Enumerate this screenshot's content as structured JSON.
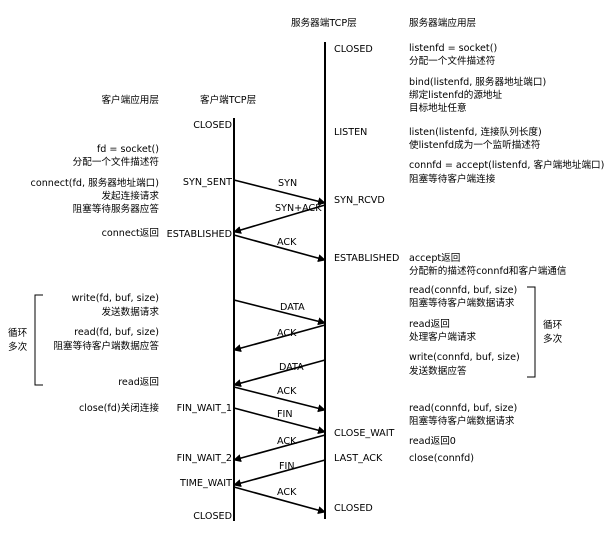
{
  "headers": {
    "client_app": "客户端应用层",
    "client_tcp": "客户端TCP层",
    "server_tcp": "服务器端TCP层",
    "server_app": "服务器端应用层"
  },
  "client_states": [
    "CLOSED",
    "SYN_SENT",
    "ESTABLISHED",
    "FIN_WAIT_1",
    "FIN_WAIT_2",
    "TIME_WAIT",
    "CLOSED"
  ],
  "server_states": [
    "CLOSED",
    "LISTEN",
    "SYN_RCVD",
    "ESTABLISHED",
    "CLOSE_WAIT",
    "LAST_ACK",
    "CLOSED"
  ],
  "messages": [
    "SYN",
    "SYN+ACK",
    "ACK",
    "DATA",
    "ACK",
    "DATA",
    "ACK",
    "FIN",
    "ACK",
    "FIN",
    "ACK"
  ],
  "client_app": [
    "fd = socket()",
    "分配一个文件描述符",
    "connect(fd, 服务器地址端口)",
    "发起连接请求",
    "阻塞等待服务器应答",
    "connect返回",
    "write(fd, buf, size)",
    "发送数据请求",
    "read(fd, buf, size)",
    "阻塞等待客户端数据应答",
    "read返回",
    "close(fd)关闭连接"
  ],
  "server_app": [
    "listenfd = socket()",
    "分配一个文件描述符",
    "bind(listenfd, 服务器地址端口)",
    "绑定listenfd的源地址",
    "目标地址任意",
    "listen(listenfd, 连接队列长度)",
    "使listenfd成为一个监听描述符",
    "connfd = accept(listenfd, 客户端地址端口)",
    "阻塞等待客户端连接",
    "accept返回",
    "分配新的描述符connfd和客户端通信",
    "read(connfd, buf, size)",
    "阻塞等待客户端数据请求",
    "read返回",
    "处理客户端请求",
    "write(connfd, buf, size)",
    "发送数据应答",
    "read(connfd, buf, size)",
    "阻塞等待客户端数据请求",
    "read返回0",
    "close(connfd)"
  ],
  "loop_label": [
    "循环",
    "多次"
  ]
}
